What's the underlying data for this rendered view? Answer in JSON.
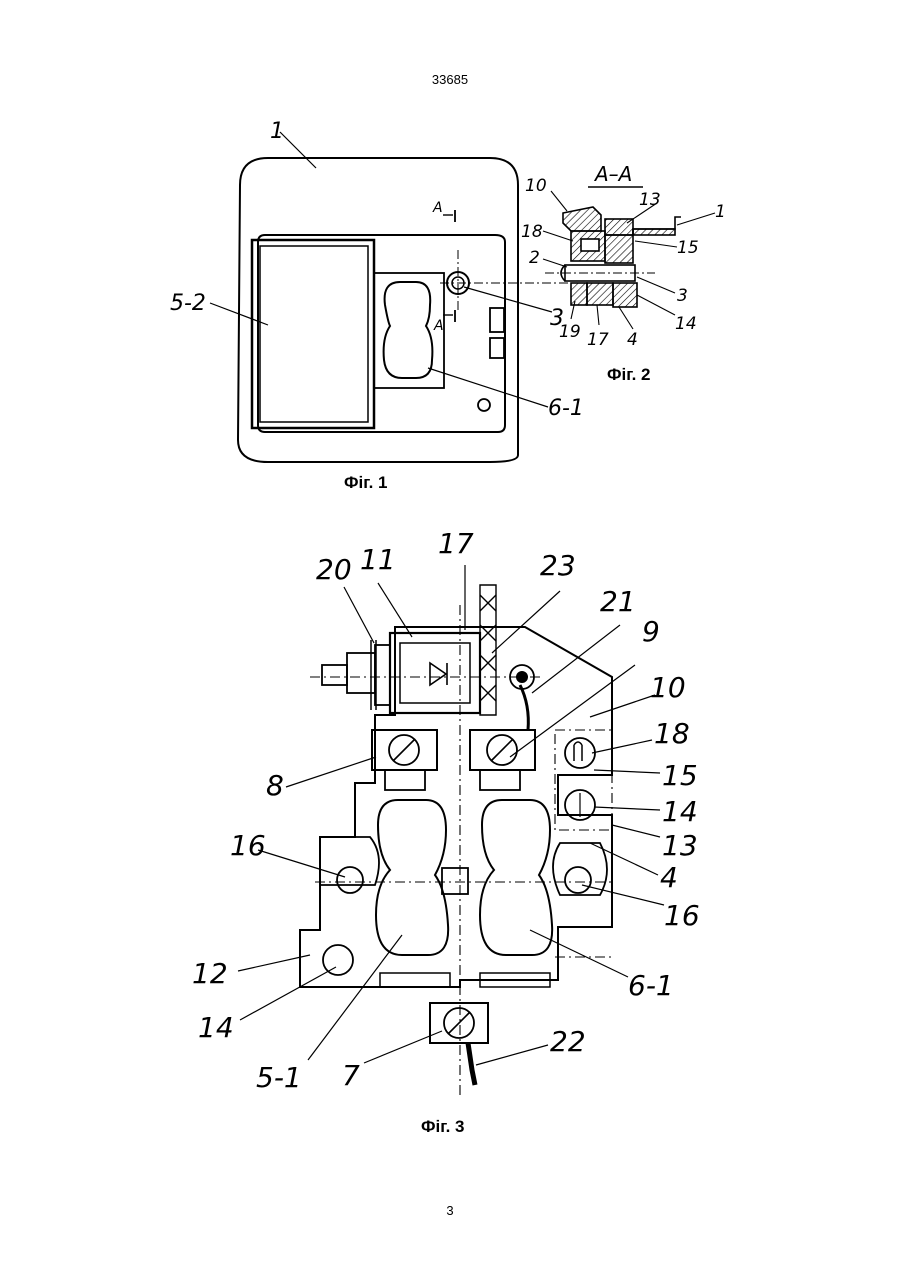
{
  "page": {
    "patent_number": "33685",
    "page_number": "3"
  },
  "fig1": {
    "caption": "Фіг. 1",
    "labels": {
      "l1": "1",
      "l52": "5-2",
      "l3": "3",
      "l61": "6-1",
      "aTop": "A",
      "aBot": "A"
    }
  },
  "fig2": {
    "caption": "Фіг. 2",
    "section": "A–A",
    "labels": {
      "l10": "10",
      "l13": "13",
      "l1": "1",
      "l18": "18",
      "l15": "15",
      "l2": "2",
      "l3": "3",
      "l19": "19",
      "l17": "17",
      "l4": "4",
      "l14": "14"
    }
  },
  "fig3": {
    "caption": "Фіг. 3",
    "labels": {
      "l20": "20",
      "l11": "11",
      "l17": "17",
      "l23": "23",
      "l21": "21",
      "l9": "9",
      "l10": "10",
      "l18": "18",
      "l8": "8",
      "l15": "15",
      "l14a": "14",
      "l13": "13",
      "l16a": "16",
      "l4": "4",
      "l16b": "16",
      "l12": "12",
      "l14b": "14",
      "l61": "6-1",
      "l51": "5-1",
      "l7": "7",
      "l22": "22"
    }
  }
}
